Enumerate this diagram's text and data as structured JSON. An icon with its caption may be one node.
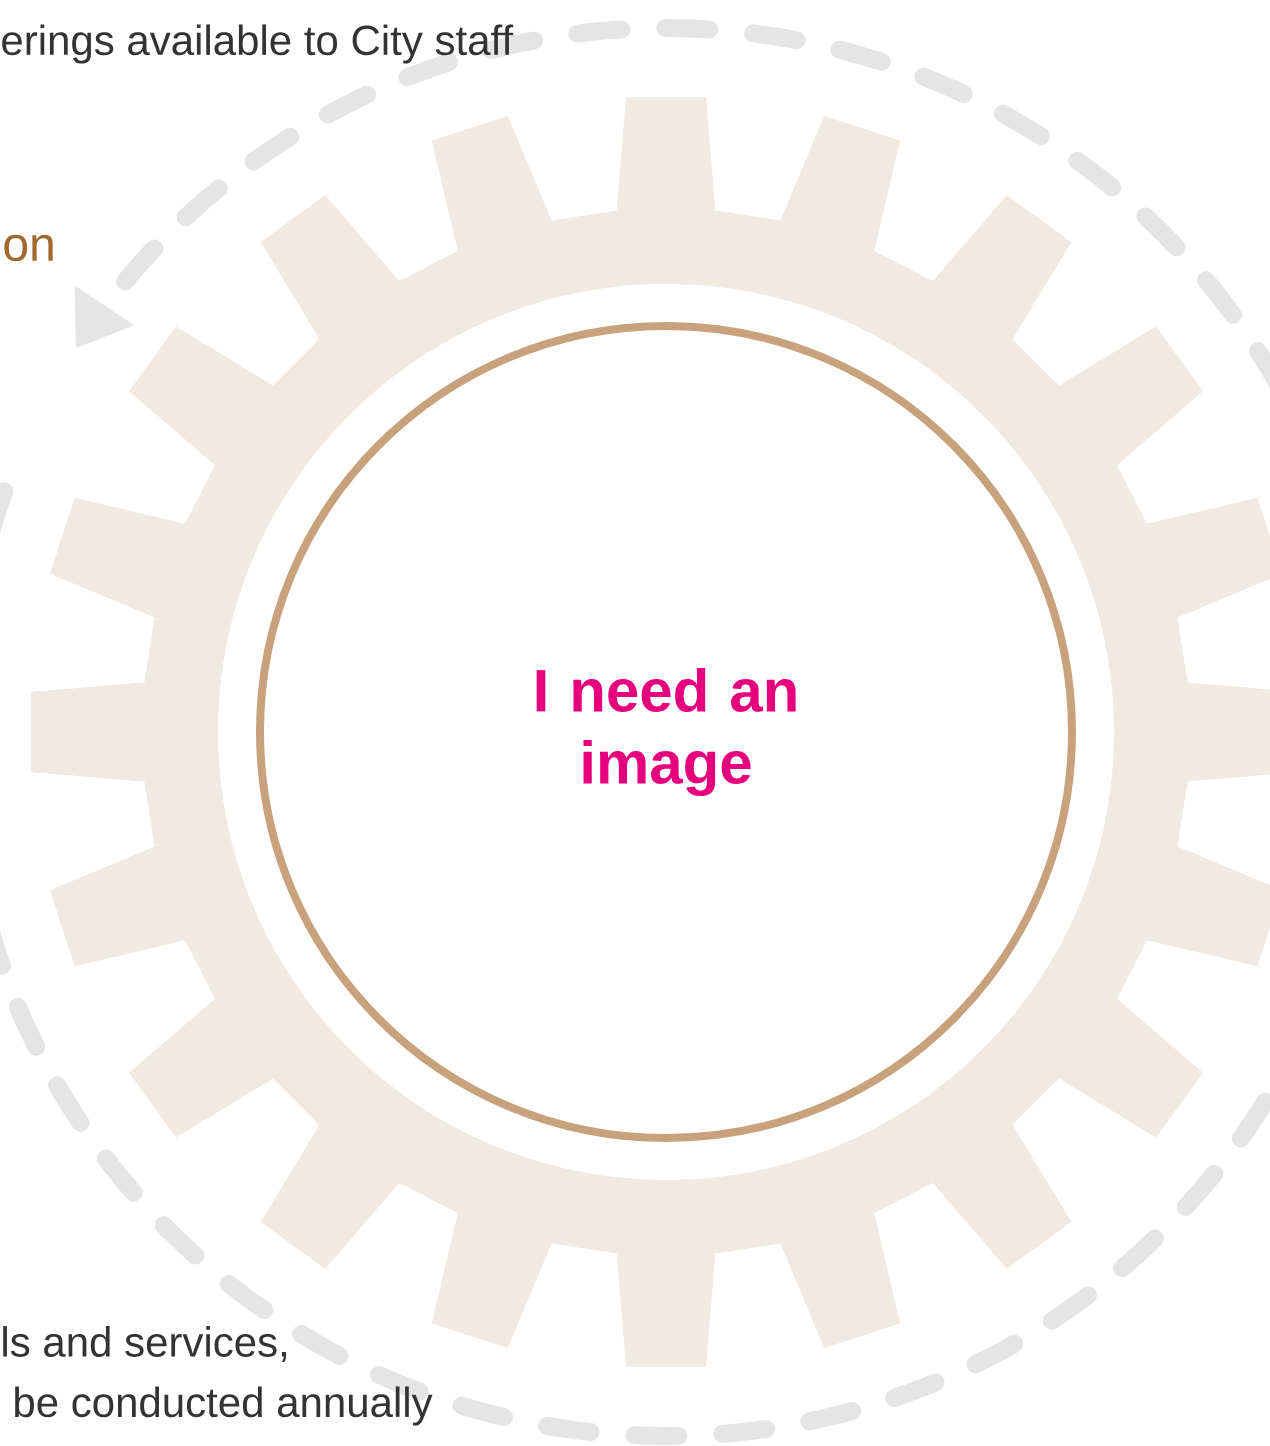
{
  "diagram": {
    "nodes": [
      {
        "text": [
          "I need an image"
        ]
      }
    ],
    "edges": [],
    "labels": [
      "erings available to City staff",
      "on",
      "ls and services,",
      "be conducted annually"
    ]
  }
}
